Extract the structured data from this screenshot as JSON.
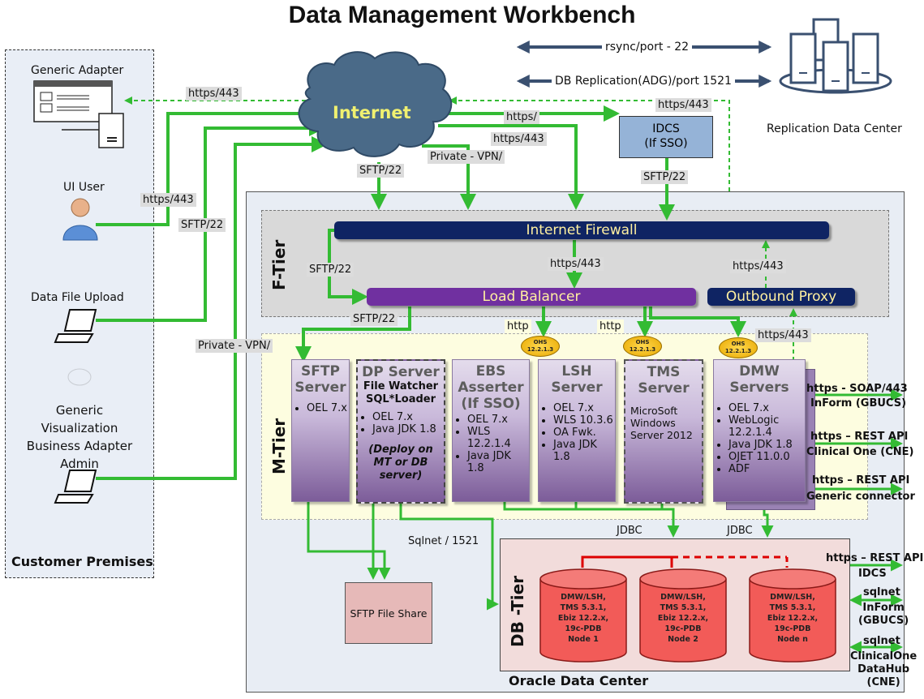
{
  "title": "Data Management Workbench",
  "replication": {
    "rsync": "rsync/port - 22",
    "db_replication": "DB Replication(ADG)/port 1521",
    "center_label": "Replication Data Center"
  },
  "customer": {
    "generic_adapter": "Generic Adapter",
    "ui_user": "UI User",
    "data_file_upload": "Data File Upload",
    "gvba": "Generic Visualization Business Adapter Admin",
    "premises_label": "Customer Premises"
  },
  "internet": "Internet",
  "idcs": "IDCS\n(If SSO)",
  "link_labels": {
    "https443_adapter": "https/443",
    "https443_ui": "https/443",
    "sftp22_upload": "SFTP/22",
    "private_vpn_admin": "Private - VPN/",
    "https_idcs": "https/",
    "https443_internet": "https/443",
    "private_vpn_internet": "Private - VPN/",
    "sftp22_internet": "SFTP/22",
    "sftp22_idcs": "SFTP/22",
    "https443_repl": "https/443",
    "sftp22_ftier": "SFTP/22",
    "https443_fw_lb": "https/443",
    "https443_proxy": "https/443",
    "sftp22_lb": "SFTP/22",
    "http1": "http",
    "http2": "http",
    "https443_dmw_proxy": "https/443",
    "sqlnet1521": "Sqlnet / 1521",
    "jdbc1": "JDBC",
    "jdbc2": "JDBC"
  },
  "ftier": {
    "label": "F-Tier",
    "firewall": "Internet Firewall",
    "load_balancer": "Load Balancer",
    "outbound_proxy": "Outbound Proxy"
  },
  "mtier": {
    "label": "M-Tier",
    "ohs": "OHS\n12.2.1.3",
    "sftp_server": {
      "name": "SFTP\nServer",
      "items": [
        "OEL 7.x"
      ]
    },
    "dp_server": {
      "name": "DP Server",
      "sub": "File Watcher\nSQL*Loader",
      "items": [
        "OEL 7.x",
        "Java JDK 1.8"
      ],
      "note": "(Deploy on\nMT or DB\nserver)"
    },
    "ebs_asserter": {
      "name": "EBS\nAsserter\n(If SSO)",
      "items": [
        "OEL 7.x",
        "WLS 12.2.1.4",
        "Java JDK 1.8"
      ]
    },
    "lsh_server": {
      "name": "LSH\nServer",
      "items": [
        "OEL 7.x",
        "WLS 10.3.6",
        "OA Fwk.",
        "Java JDK 1.8"
      ]
    },
    "tms_server": {
      "name": "TMS\nServer",
      "desc": "MicroSoft\nWindows\nServer 2012"
    },
    "dmw_servers": {
      "name": "DMW\nServers",
      "items": [
        "OEL 7.x",
        "WebLogic 12.2.1.4",
        "Java JDK 1.8",
        "OJET 11.0.0",
        "ADF"
      ]
    }
  },
  "right_labels": {
    "soap": "https - SOAP/443",
    "inform_gbucs": "InForm (GBUCS)",
    "rest1": "https – REST API",
    "clinical_one": "Clinical One (CNE)",
    "rest2": "https – REST API",
    "generic_connector": "Generic connector",
    "rest3": "https – REST API",
    "idcs": "IDCS",
    "sqlnet1": "sqlnet",
    "inform": "InForm\n(GBUCS)",
    "sqlnet2": "sqlnet",
    "clinicalone_dh": "ClinicalOne\nDataHub\n(CNE)"
  },
  "sftp_share": "SFTP File Share",
  "dbtier": {
    "label": "DB -Tier",
    "node1": "DMW/LSH,\nTMS 5.3.1,\nEbiz 12.2.x,\n19c-PDB\nNode 1",
    "node2": "DMW/LSH,\nTMS 5.3.1,\nEbiz 12.2.x,\n19c-PDB\nNode 2",
    "noden": "DMW/LSH,\nTMS 5.3.1,\nEbiz 12.2.x,\n19c-PDB\nNode n"
  },
  "oracle_dc": "Oracle Data Center",
  "colors": {
    "green": "#33bb33",
    "firewall": "#0f2463",
    "load_balancer": "#7030a0",
    "db": "#f25b58"
  }
}
